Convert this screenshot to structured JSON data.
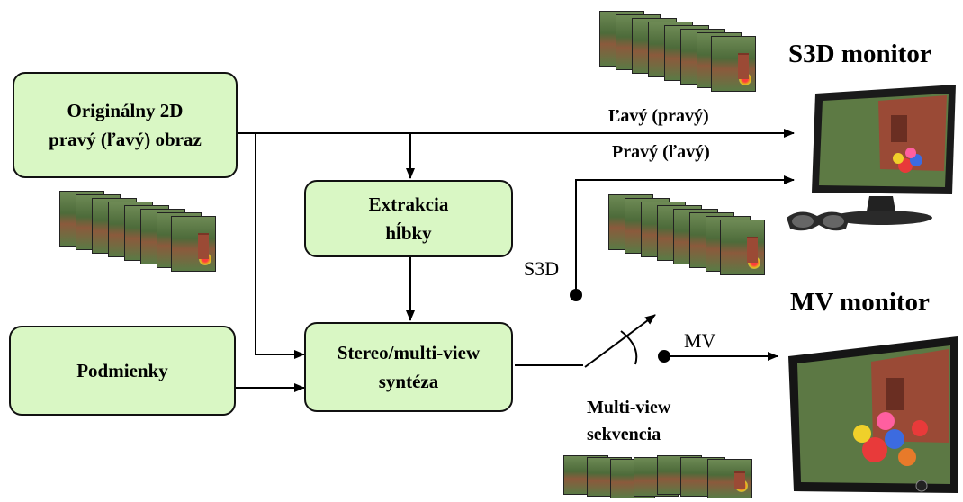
{
  "boxes": {
    "original": [
      "Originálny 2D",
      "pravý (ľavý) obraz"
    ],
    "conditions": [
      "Podmienky"
    ],
    "depth": [
      "Extrakcia",
      "hĺbky"
    ],
    "synthesis": [
      "Stereo/multi-view",
      "syntéza"
    ]
  },
  "labels": {
    "left_right": "Ľavý (pravý)",
    "right_left": "Pravý (ľavý)",
    "s3d_switch": "S3D",
    "mv_switch": "MV",
    "multiview_seq": [
      "Multi-view",
      "sekvencia"
    ]
  },
  "monitors": {
    "s3d_title": "S3D monitor",
    "mv_title": "MV monitor"
  },
  "icons": [
    "image-stack-icon",
    "s3d-monitor-icon",
    "3d-glasses-icon",
    "mv-monitor-icon"
  ]
}
